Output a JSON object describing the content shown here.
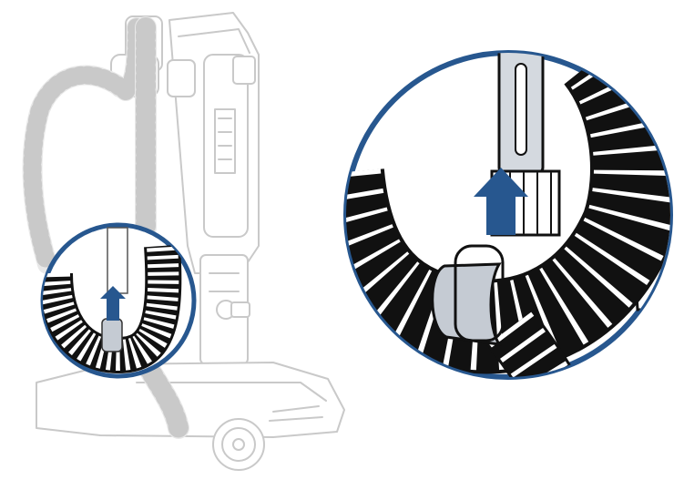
{
  "figure": {
    "colors": {
      "callout_ring": "#27578f",
      "arrow": "#27578f",
      "ghost_line": "#c9c9c9",
      "clip_fill": "#c5cbd3",
      "hose_ink": "#111111"
    },
    "arrow_direction": "up",
    "icons": [
      "upright-vacuum-outline",
      "hose-detail-callout",
      "hose-clip",
      "up-arrow"
    ]
  }
}
